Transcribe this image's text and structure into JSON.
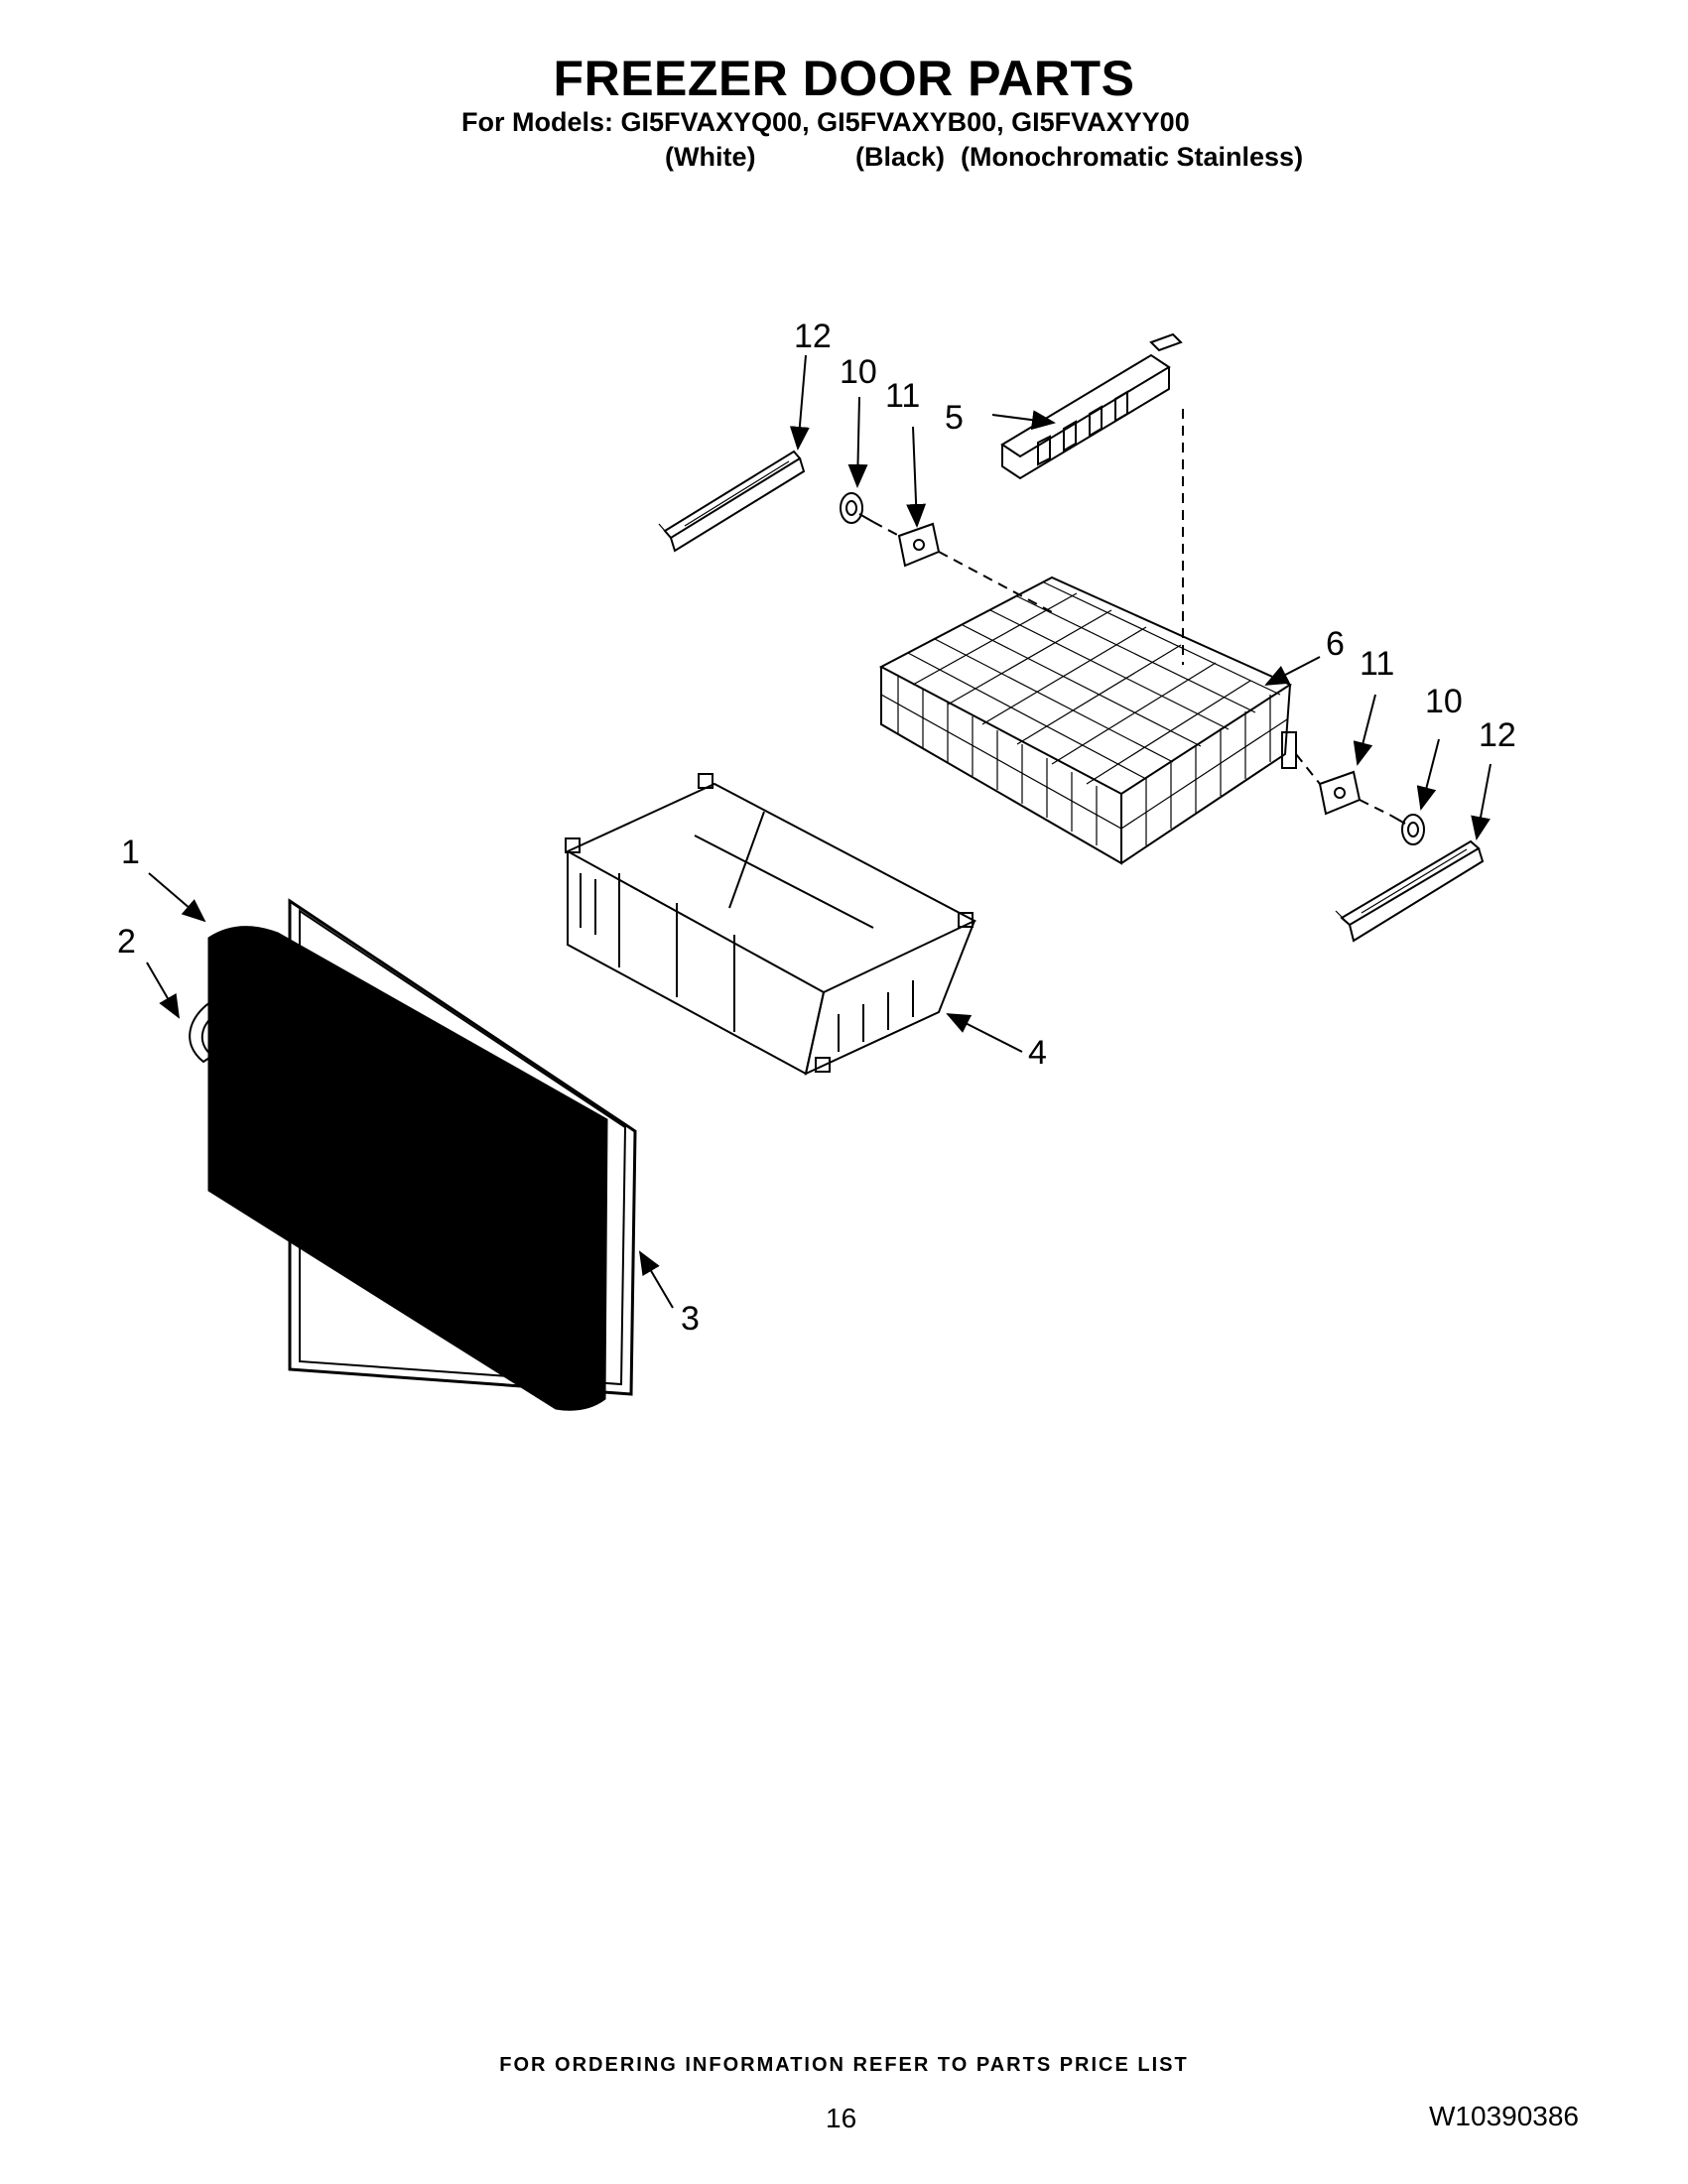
{
  "header": {
    "title": "FREEZER DOOR PARTS",
    "models_line": "For Models: GI5FVAXYQ00, GI5FVAXYB00, GI5FVAXYY00",
    "variant_white": "(White)",
    "variant_black": "(Black)",
    "variant_stainless": "(Monochromatic Stainless)"
  },
  "callouts": {
    "c1": "1",
    "c2": "2",
    "c3": "3",
    "c4": "4",
    "c5": "5",
    "c6": "6",
    "c10a": "10",
    "c10b": "10",
    "c11a": "11",
    "c11b": "11",
    "c12a": "12",
    "c12b": "12"
  },
  "footer": {
    "note": "FOR ORDERING INFORMATION REFER TO PARTS PRICE LIST",
    "page_number": "16",
    "document_number": "W10390386"
  },
  "colors": {
    "ink": "#000000",
    "paper": "#ffffff"
  }
}
